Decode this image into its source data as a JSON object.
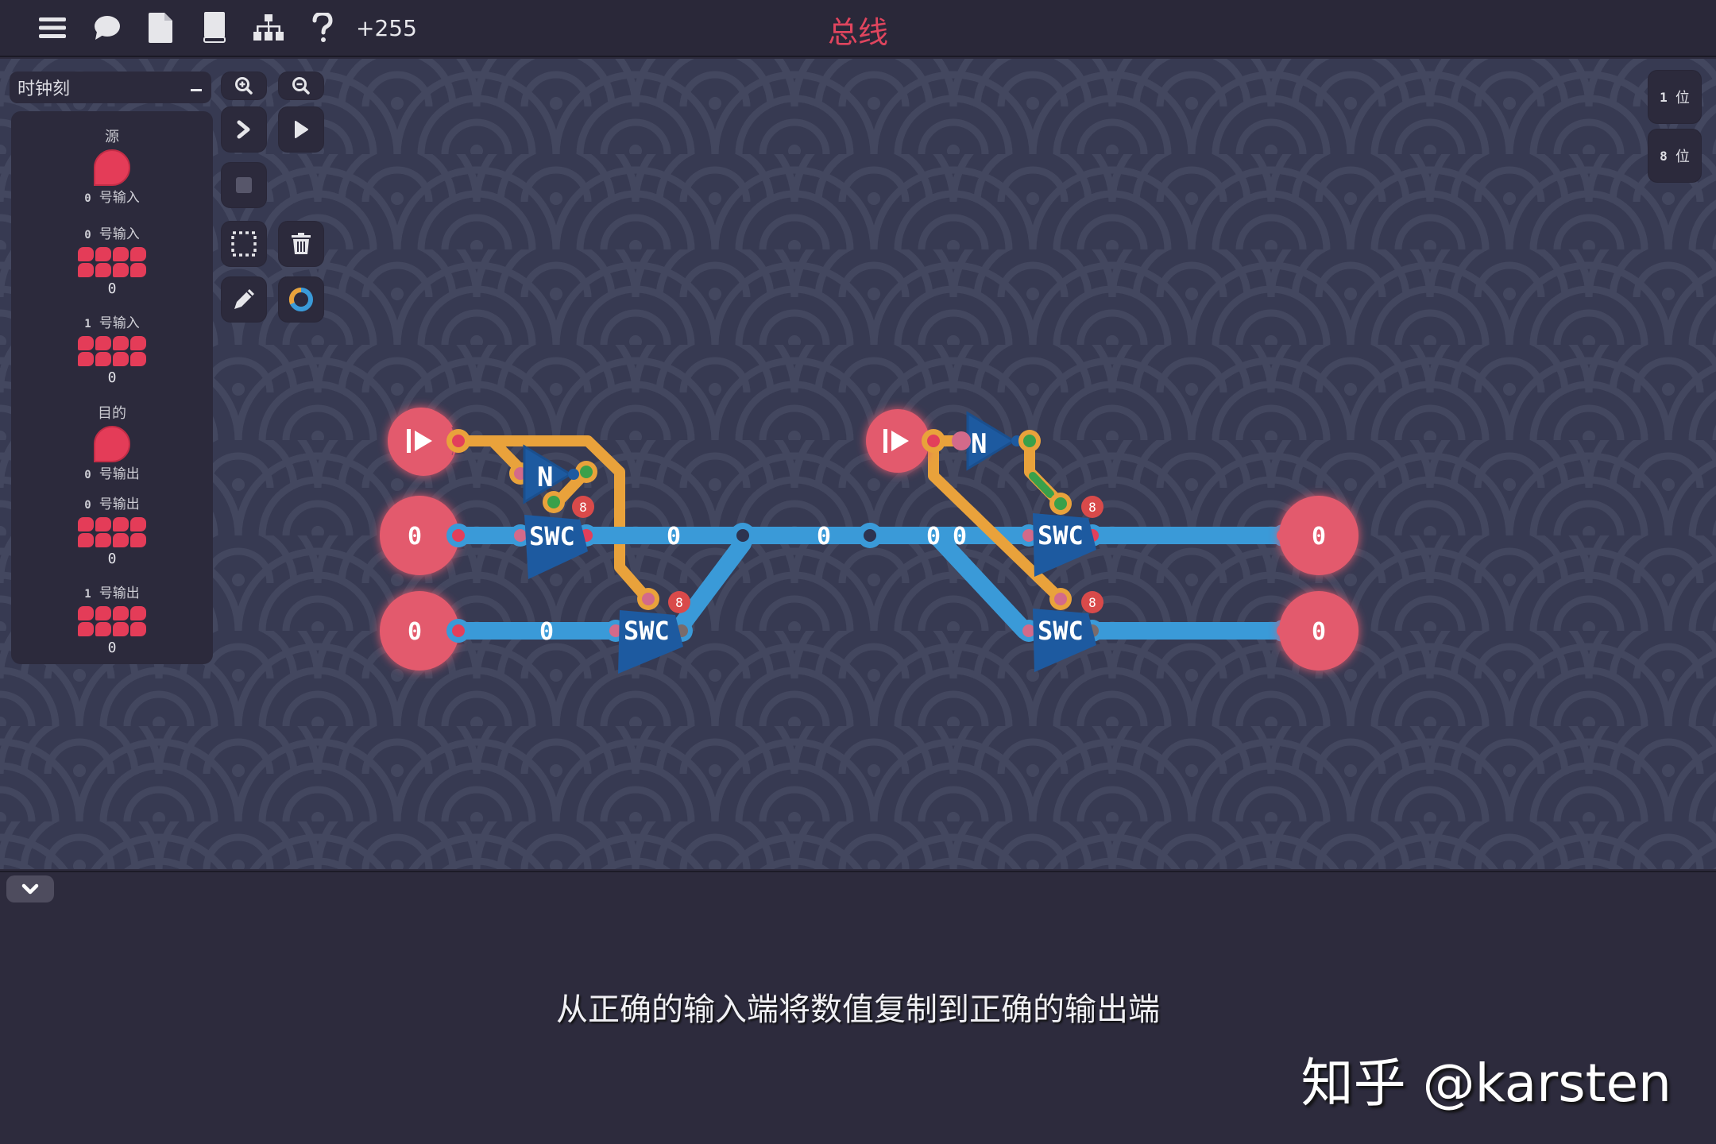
{
  "topbar": {
    "icons": [
      {
        "name": "menu-icon"
      },
      {
        "name": "chat-icon"
      },
      {
        "name": "file-icon"
      },
      {
        "name": "book-icon"
      },
      {
        "name": "hierarchy-icon"
      },
      {
        "name": "help-icon"
      }
    ],
    "counter": "+255",
    "title": "总线"
  },
  "left_panel": {
    "clock_select": {
      "value": "时钟刻",
      "collapse_symbol": "minus"
    },
    "source": {
      "title": "源",
      "items": [
        {
          "type": "1bit",
          "num": "0",
          "label": "号输入",
          "value": ""
        },
        {
          "type": "8bit",
          "num": "0",
          "label": "号输入",
          "value": "0"
        },
        {
          "type": "8bit",
          "num": "1",
          "label": "号输入",
          "value": "0"
        }
      ]
    },
    "destination": {
      "title": "目的",
      "items": [
        {
          "type": "1bit",
          "num": "0",
          "label": "号输出",
          "value": ""
        },
        {
          "type": "8bit",
          "num": "0",
          "label": "号输出",
          "value": "0"
        },
        {
          "type": "8bit",
          "num": "1",
          "label": "号输出",
          "value": "0"
        }
      ]
    }
  },
  "toolbar": {
    "zoom_in": "zoom-in-icon",
    "zoom_out": "zoom-out-icon",
    "step": "step-icon",
    "play": "play-icon",
    "stop": "stop-icon",
    "select": "select-area-icon",
    "delete": "trash-icon",
    "pencil": "pencil-icon",
    "color": "color-ring-icon"
  },
  "bit_buttons": [
    {
      "num": "1",
      "label": "位"
    },
    {
      "num": "8",
      "label": "位"
    }
  ],
  "circuit": {
    "inputs": [
      {
        "id": "in-1bit-0",
        "value": "",
        "symbol": "play"
      },
      {
        "id": "in-8bit-0",
        "value": "0"
      },
      {
        "id": "in-8bit-1",
        "value": "0"
      }
    ],
    "outputs": [
      {
        "id": "out-1bit-0",
        "symbol": "play"
      },
      {
        "id": "out-8bit-0",
        "value": "0"
      },
      {
        "id": "out-8bit-1",
        "value": "0"
      }
    ],
    "gates": [
      {
        "type": "NOT",
        "label": "N"
      },
      {
        "type": "NOT",
        "label": "N"
      }
    ],
    "switches": [
      {
        "label": "SWC",
        "bits": "8"
      },
      {
        "label": "SWC",
        "bits": "8"
      },
      {
        "label": "SWC",
        "bits": "8"
      },
      {
        "label": "SWC",
        "bits": "8"
      }
    ],
    "wire_labels": {
      "w1": "0",
      "w2": "0",
      "w3": "0",
      "w4": "0",
      "w5": "0",
      "w6": "0"
    },
    "colors": {
      "bus": "#3a9ad8",
      "control": "#e9a23b",
      "active": "#3aa04a",
      "pin": "#e23f5b",
      "pin_glow": "#e35a6d",
      "gate": "#1d5aa0",
      "badge": "#d94a4a"
    }
  },
  "bottom": {
    "collapse_icon": "chevron-down-icon",
    "objective": "从正确的输入端将数值复制到正确的输出端",
    "watermark": "知乎 @karsten"
  }
}
